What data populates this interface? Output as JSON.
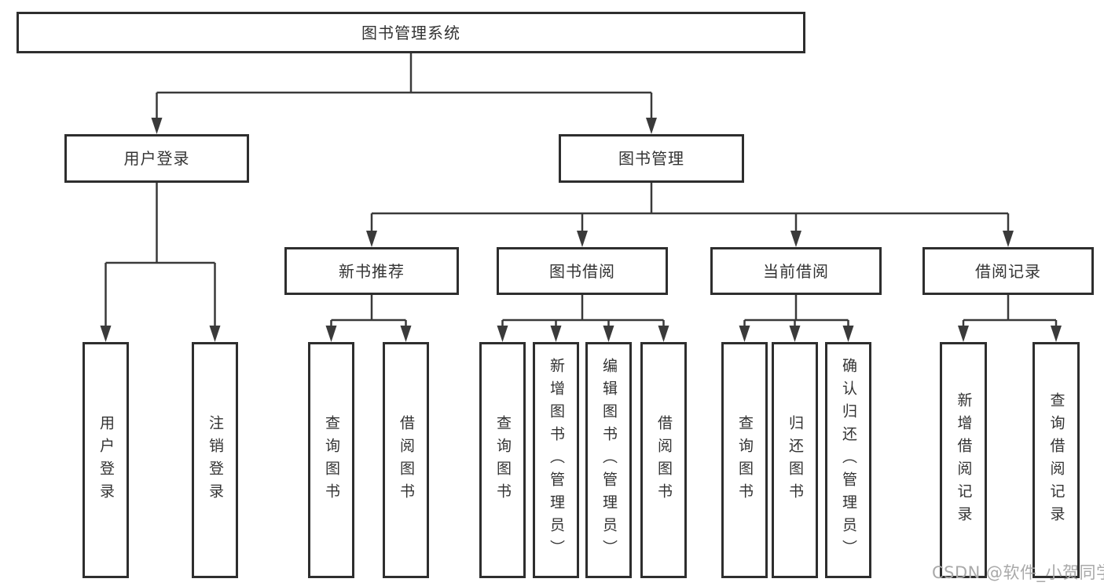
{
  "colors": {
    "line": "#3a3a3a",
    "box_border": "#2e2e2e",
    "text": "#333333",
    "background": "#ffffff",
    "watermark": "#a9a9a9"
  },
  "watermark": {
    "text": "CSDN @软件_小贺同学"
  },
  "diagram": {
    "type": "tree-structure-chart",
    "tree": {
      "label": "图书管理系统",
      "children": [
        {
          "label": "用户登录",
          "children": [
            {
              "label": "用户登录"
            },
            {
              "label": "注销登录"
            }
          ]
        },
        {
          "label": "图书管理",
          "children": [
            {
              "label": "新书推荐",
              "children": [
                {
                  "label": "查询图书"
                },
                {
                  "label": "借阅图书"
                }
              ]
            },
            {
              "label": "图书借阅",
              "children": [
                {
                  "label": "查询图书"
                },
                {
                  "label": "新增图书（管理员）"
                },
                {
                  "label": "编辑图书（管理员）"
                },
                {
                  "label": "借阅图书"
                }
              ]
            },
            {
              "label": "当前借阅",
              "children": [
                {
                  "label": "查询图书"
                },
                {
                  "label": "归还图书"
                },
                {
                  "label": "确认归还（管理员）"
                }
              ]
            },
            {
              "label": "借阅记录",
              "children": [
                {
                  "label": "新增借阅记录"
                },
                {
                  "label": "查询借阅记录"
                }
              ]
            }
          ]
        }
      ]
    }
  }
}
